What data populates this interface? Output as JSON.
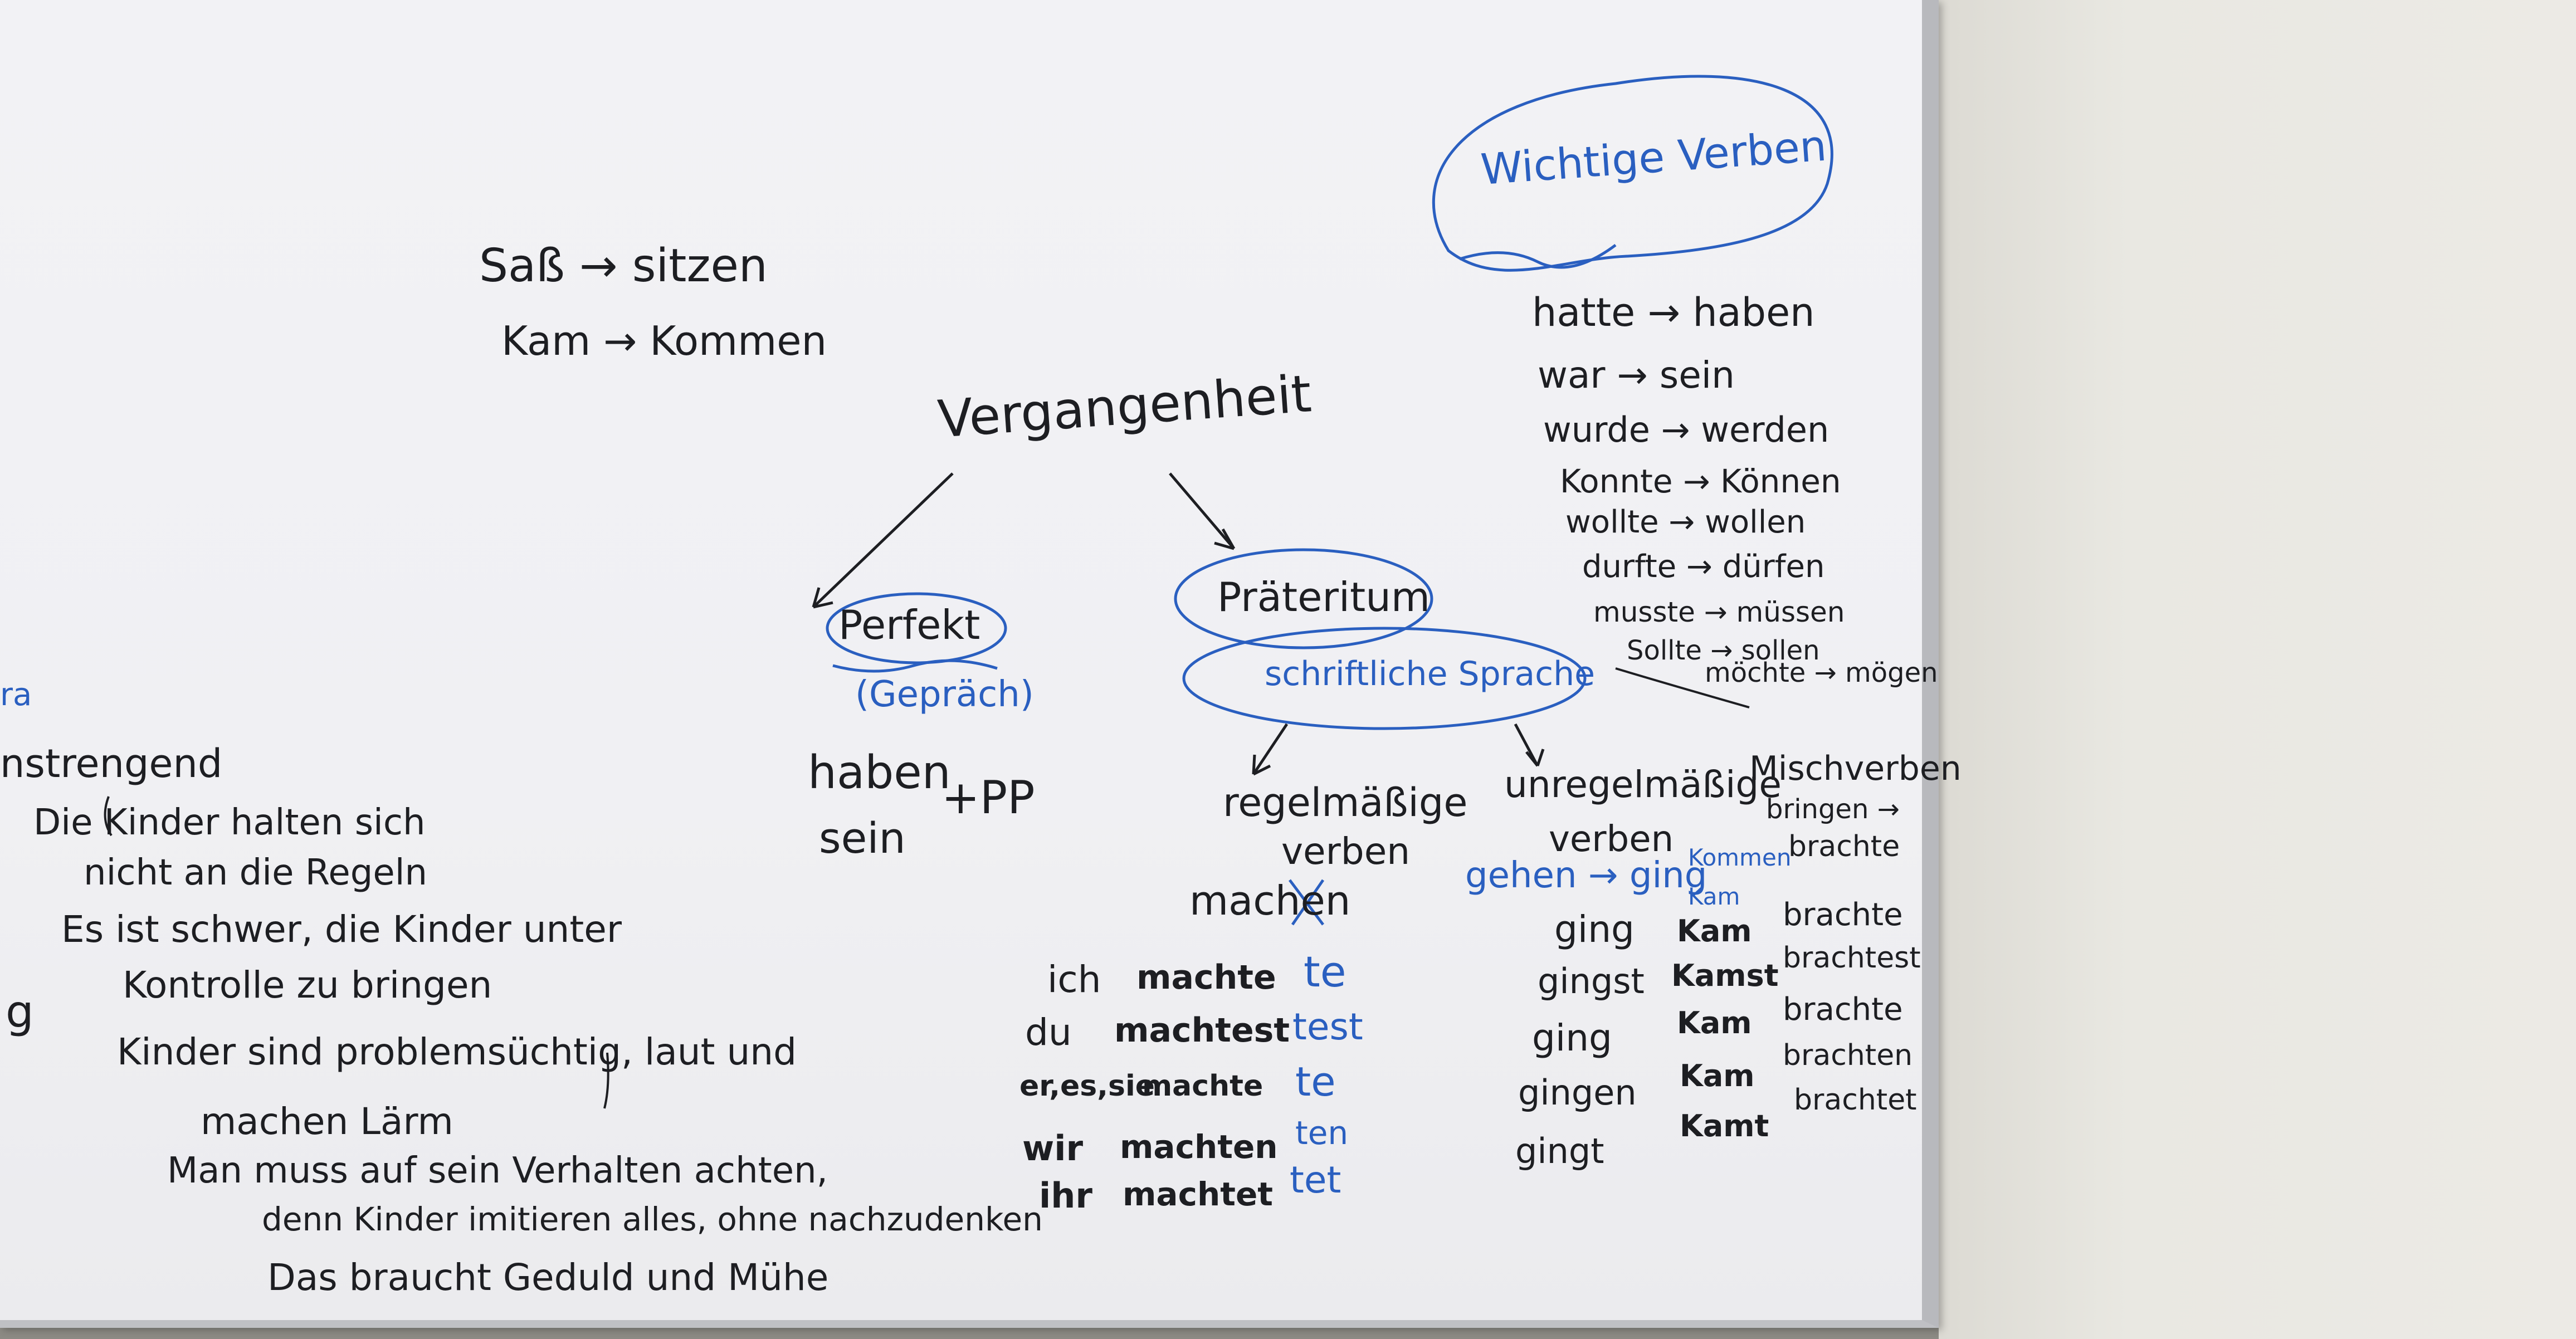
{
  "board": {
    "topleft": {
      "l1": "Saß → sitzen",
      "l2": "Kam → Kommen"
    },
    "center_title": "Vergangenheit",
    "perfekt": {
      "label": "Perfekt",
      "sub": "(Gepräch)",
      "rule_top": "haben",
      "rule_bottom": "sein",
      "rule_suffix": "+PP"
    },
    "praeteritum": {
      "label": "Präteritum",
      "sub": "schriftliche Sprache"
    },
    "regular": {
      "title_1": "regelmäßige",
      "title_2": "verben",
      "example": "machen",
      "rows": [
        {
          "pronoun": "ich",
          "stem": "machte",
          "ending": "te"
        },
        {
          "pronoun": "du",
          "stem": "machtest",
          "ending": "test"
        },
        {
          "pronoun": "er,es,sie",
          "stem": "machte",
          "ending": "te"
        },
        {
          "pronoun": "wir",
          "stem": "machten",
          "ending": "ten"
        },
        {
          "pronoun": "ihr",
          "stem": "machtet",
          "ending": "tet"
        }
      ]
    },
    "irregular": {
      "title_1": "unregelmäßige",
      "title_2": "verben",
      "example": "gehen → ging",
      "forms": [
        "ging",
        "gingst",
        "ging",
        "gingen",
        "gingt"
      ],
      "kommen_label": "Kommen",
      "kommen_sub": "Kam",
      "kam_forms": [
        "Kam",
        "Kamst",
        "Kam",
        "Kam",
        "Kamt"
      ]
    },
    "mixed": {
      "title": "Mischverben",
      "sub1": "bringen →",
      "sub2": "brachte",
      "forms": [
        "brachte",
        "brachtest",
        "brachte",
        "brachten",
        "brachtet"
      ]
    },
    "important": {
      "title": "Wichtige Verben",
      "pairs": [
        "hatte → haben",
        "war → sein",
        "wurde → werden",
        "Konnte → Können",
        "wollte → wollen",
        "durfte → dürfen",
        "musste → müssen",
        "Sollte → sollen",
        "möchte → mögen"
      ]
    },
    "left": {
      "partial_1": "ra",
      "partial_2": "nstrengend",
      "lines": [
        "Die Kinder halten sich",
        "nicht an die Regeln",
        "Es ist schwer, die Kinder unter",
        "Kontrolle zu bringen",
        "Kinder sind problemsüchtig, laut und",
        "machen Lärm",
        "Man muss auf sein Verhalten achten,",
        "denn Kinder imitieren alles, ohne nachzudenken",
        "Das braucht Geduld und Mühe"
      ],
      "edge_1": "g"
    }
  }
}
